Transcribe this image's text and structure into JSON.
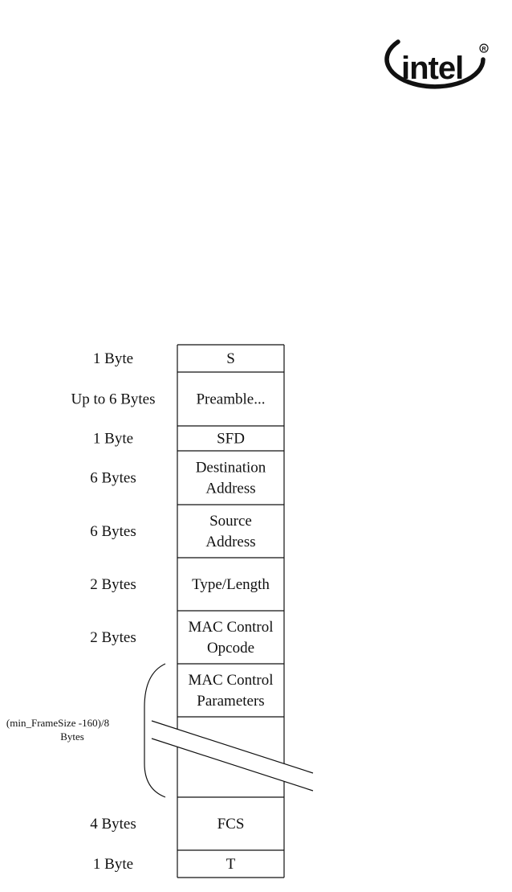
{
  "logo": {
    "text": "intel",
    "mark": "®"
  },
  "frame": {
    "rows": [
      {
        "size": "1 Byte",
        "field": [
          "S"
        ]
      },
      {
        "size": "Up to 6 Bytes",
        "field": [
          "Preamble..."
        ]
      },
      {
        "size": "1 Byte",
        "field": [
          "SFD"
        ]
      },
      {
        "size": "6 Bytes",
        "field": [
          "Destination",
          "Address"
        ]
      },
      {
        "size": "6 Bytes",
        "field": [
          "Source",
          "Address"
        ]
      },
      {
        "size": "2 Bytes",
        "field": [
          "Type/Length"
        ]
      },
      {
        "size": "2 Bytes",
        "field": [
          "MAC Control",
          "Opcode"
        ]
      },
      {
        "size": "",
        "field": [
          "MAC Control",
          "Parameters"
        ]
      },
      {
        "size": "",
        "field": []
      },
      {
        "size": "4 Bytes",
        "field": [
          "FCS"
        ]
      },
      {
        "size": "1 Byte",
        "field": [
          "T"
        ]
      }
    ],
    "param_size_label": [
      "(min_FrameSize -160)/8",
      "Bytes"
    ]
  }
}
